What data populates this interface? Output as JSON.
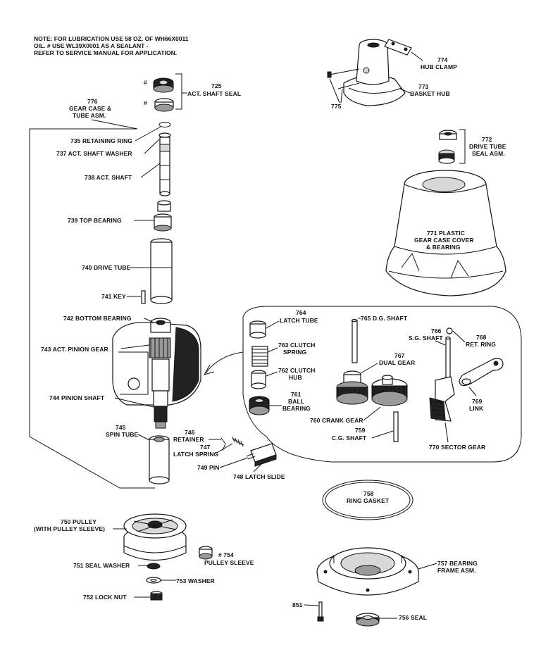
{
  "header_text": "",
  "note": {
    "line1": "NOTE: FOR LUBRICATION USE 58 OZ. OF WH66X0011",
    "line2": "OIL. # USE WL39X0001 AS A SEALANT -",
    "line3": "REFER TO SERVICE MANUAL FOR APPLICATION."
  },
  "labels": {
    "l725": "725",
    "l725b": "ACT. SHAFT SEAL",
    "l776a": "776",
    "l776b": "GEAR CASE &",
    "l776c": "TUBE ASM.",
    "l735": "735 RETAINING RING",
    "l737": "737  ACT. SHAFT WASHER",
    "l738": "738 ACT. SHAFT",
    "l739": "739 TOP BEARING",
    "l740": "740 DRIVE TUBE",
    "l741": "741 KEY",
    "l742": "742 BOTTOM BEARING",
    "l743": "743 ACT. PINION GEAR",
    "l744": "744 PINION SHAFT",
    "l745a": "745",
    "l745b": "SPIN TUBE",
    "l746a": "746",
    "l746b": "RETAINER",
    "l747a": "747",
    "l747b": "LATCH SPRING",
    "l749": "749 PIN",
    "l748": "748 LATCH SLIDE",
    "l750a": "750 PULLEY",
    "l750b": "(WITH PULLEY SLEEVE)",
    "l751": "751 SEAL WASHER",
    "l753": "753 WASHER",
    "l752": "752 LOCK NUT",
    "l754a": "# 754",
    "l754b": "PULLEY SLEEVE",
    "l774a": "774",
    "l774b": "HUB CLAMP",
    "l773a": "773",
    "l773b": "BASKET HUB",
    "l775": "775",
    "l772a": "772",
    "l772b": "DRIVE TUBE",
    "l772c": "SEAL ASM.",
    "l771a": "771 PLASTIC",
    "l771b": "GEAR CASE COVER",
    "l771c": "& BEARING",
    "l764a": "764",
    "l764b": "LATCH TUBE",
    "l763a": "763 CLUTCH",
    "l763b": "SPRING",
    "l762a": "762 CLUTCH",
    "l762b": "HUB",
    "l761a": "761",
    "l761b": "BALL",
    "l761c": "BEARING",
    "l765": "765 D.G. SHAFT",
    "l766a": "766",
    "l766b": "S.G. SHAFT",
    "l767a": "767",
    "l767b": "DUAL GEAR",
    "l768a": "768",
    "l768b": "RET. RING",
    "l769a": "769",
    "l769b": "LINK",
    "l760": "760 CRANK GEAR",
    "l759a": "759",
    "l759b": "C.G. SHAFT",
    "l770": "770 SECTOR GEAR",
    "l758a": "758",
    "l758b": "RING GASKET",
    "l757a": "757 BEARING",
    "l757b": "FRAME ASM.",
    "l851": "851",
    "l756": "756 SEAL"
  },
  "markers": {
    "hash1": "#",
    "hash2": "#"
  }
}
